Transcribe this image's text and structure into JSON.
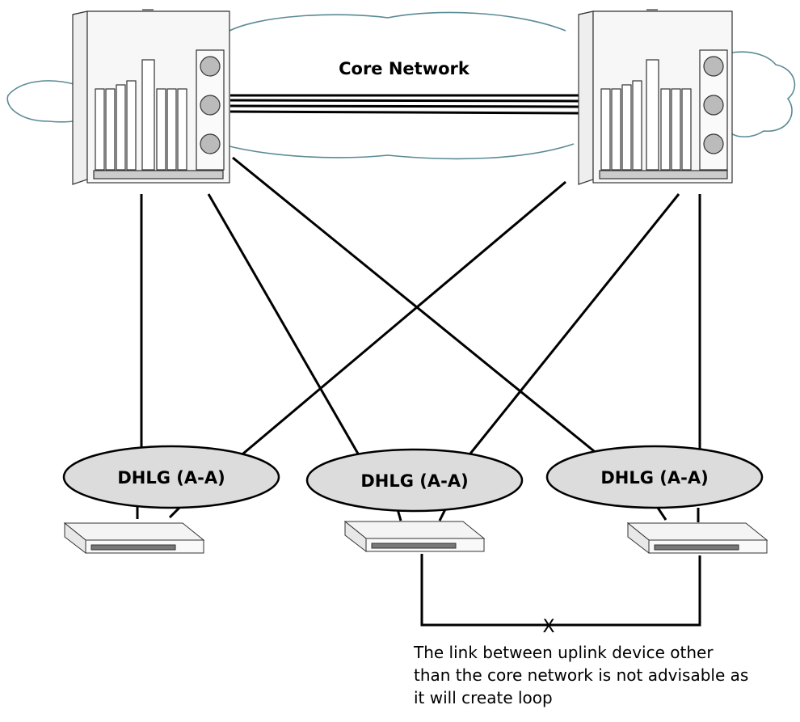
{
  "diagram": {
    "cloud_label": "Core Network",
    "groups": [
      {
        "label": "DHLG (A-A)"
      },
      {
        "label": "DHLG (A-A)"
      },
      {
        "label": "DHLG (A-A)"
      }
    ],
    "note_lines": [
      "The link between uplink device other",
      "than the core network is not advisable as",
      "it will create loop"
    ],
    "blocked_link_marker": "X"
  }
}
